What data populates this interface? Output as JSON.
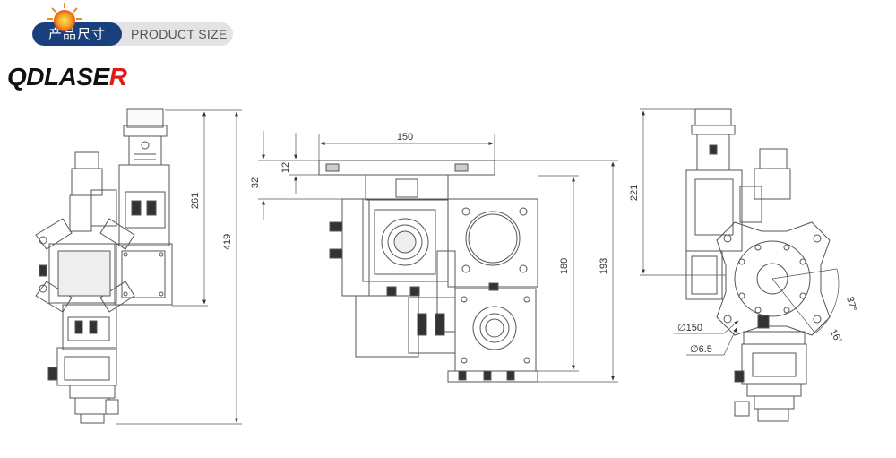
{
  "header": {
    "chinese_label": "产品尺寸",
    "english_label": "PRODUCT SIZE"
  },
  "brand": {
    "prefix": "QDLASE",
    "accent": "R"
  },
  "dimensions": {
    "left_height_total": "419",
    "left_height_upper": "261",
    "front_width": "150",
    "front_offset_small": "12",
    "front_offset_large": "32",
    "front_height_inner": "180",
    "front_height_outer": "193",
    "right_height": "221",
    "diameter_150": "∅150",
    "diameter_6_5": "∅6.5",
    "angle_37": "37°",
    "angle_16": "16°"
  },
  "colors": {
    "brand_blue": "#1a3f7d",
    "brand_red": "#e01b1b",
    "line": "#555555",
    "pill_grey": "#e3e3e5"
  }
}
